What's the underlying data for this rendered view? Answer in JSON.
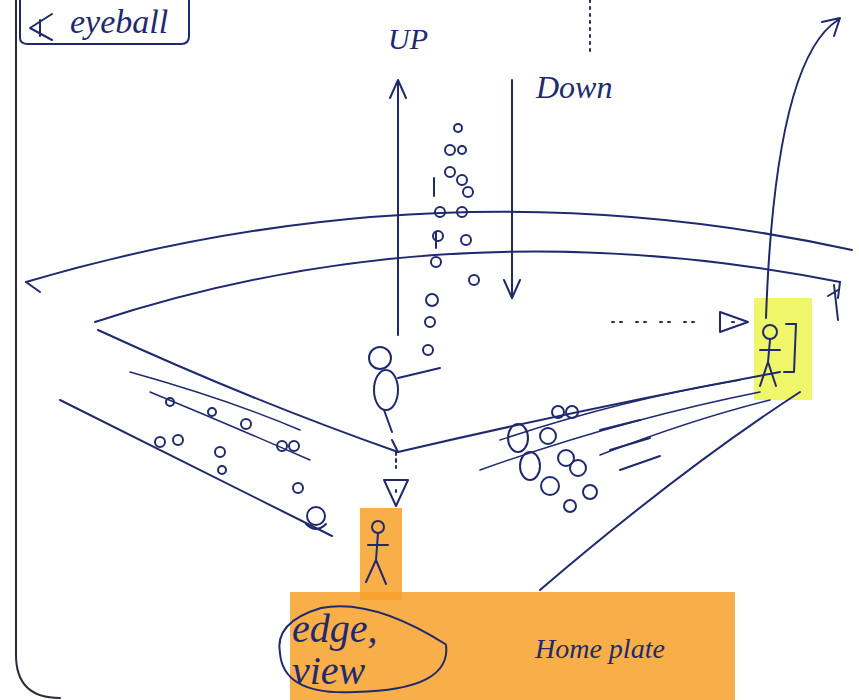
{
  "diagram": {
    "nodes": [
      {
        "text": [
          "eyeball"
        ]
      },
      {
        "text": [
          "edge, view"
        ]
      }
    ],
    "labels": [
      "UP",
      "Down",
      "Home plate"
    ]
  }
}
